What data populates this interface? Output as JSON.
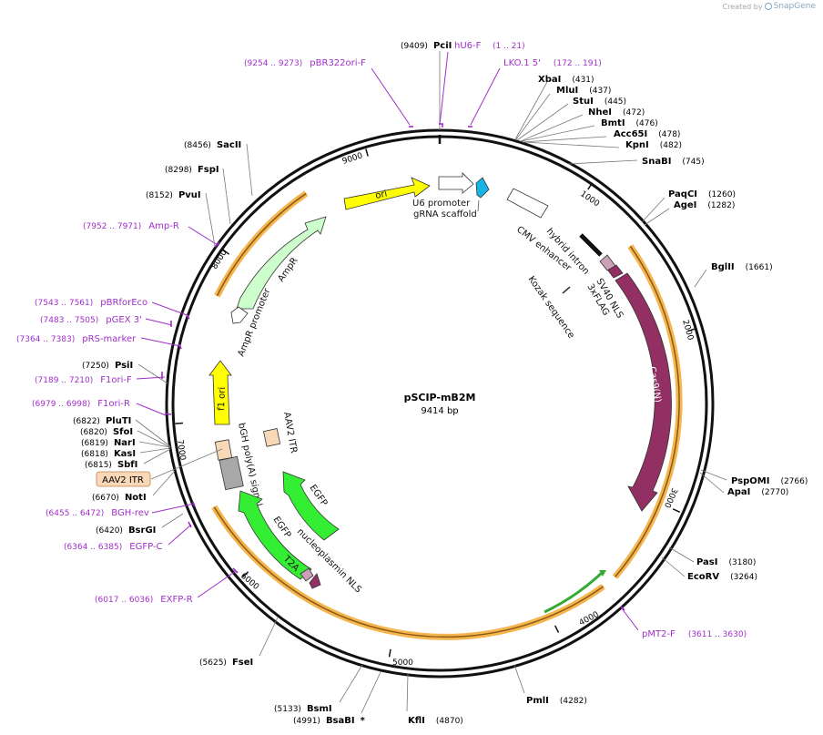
{
  "watermark": {
    "prefix": "Created by",
    "brand": "SnapGene"
  },
  "plasmid": {
    "name": "pSCIP-mB2M",
    "length_label": "9414 bp",
    "length": 9414
  },
  "colors": {
    "ring": "#111111",
    "primer": "#a02fc9",
    "highlight": "#f3a830",
    "ori": "#ffff00",
    "cas9": "#922f63",
    "egfp": "#33ee33",
    "ampr": "#ccffcc",
    "gRNA": "#19b4e6",
    "itr": "#f9d8b8",
    "bgh": "#a8a8a8",
    "nls": "#c9a0b5"
  },
  "ticks": [
    {
      "bp": 1000,
      "label": "1000"
    },
    {
      "bp": 2000,
      "label": "2000"
    },
    {
      "bp": 3000,
      "label": "3000"
    },
    {
      "bp": 4000,
      "label": "4000"
    },
    {
      "bp": 5000,
      "label": "5000"
    },
    {
      "bp": 6000,
      "label": "6000"
    },
    {
      "bp": 7000,
      "label": "7000"
    },
    {
      "bp": 8000,
      "label": "8000"
    },
    {
      "bp": 9000,
      "label": "9000"
    }
  ],
  "enzymes": [
    {
      "name": "PciI",
      "pos": "(9409)"
    },
    {
      "name": "XbaI",
      "pos": "(431)"
    },
    {
      "name": "MluI",
      "pos": "(437)"
    },
    {
      "name": "StuI",
      "pos": "(445)"
    },
    {
      "name": "NheI",
      "pos": "(472)"
    },
    {
      "name": "BmtI",
      "pos": "(476)"
    },
    {
      "name": "Acc65I",
      "pos": "(478)"
    },
    {
      "name": "KpnI",
      "pos": "(482)"
    },
    {
      "name": "SnaBI",
      "pos": "(745)"
    },
    {
      "name": "PaqCI",
      "pos": "(1260)"
    },
    {
      "name": "AgeI",
      "pos": "(1282)"
    },
    {
      "name": "BglII",
      "pos": "(1661)"
    },
    {
      "name": "PspOMI",
      "pos": "(2766)"
    },
    {
      "name": "ApaI",
      "pos": "(2770)"
    },
    {
      "name": "PasI",
      "pos": "(3180)"
    },
    {
      "name": "EcoRV",
      "pos": "(3264)"
    },
    {
      "name": "PmlI",
      "pos": "(4282)"
    },
    {
      "name": "KflI",
      "pos": "(4870)"
    },
    {
      "name": "BsaBI",
      "pos": "(4991)",
      "suffix": "*"
    },
    {
      "name": "BsmI",
      "pos": "(5133)"
    },
    {
      "name": "FseI",
      "pos": "(5625)"
    },
    {
      "name": "BsrGI",
      "pos": "(6420)"
    },
    {
      "name": "NotI",
      "pos": "(6670)"
    },
    {
      "name": "SbfI",
      "pos": "(6815)"
    },
    {
      "name": "KasI",
      "pos": "(6818)"
    },
    {
      "name": "NarI",
      "pos": "(6819)"
    },
    {
      "name": "SfoI",
      "pos": "(6820)"
    },
    {
      "name": "PluTI",
      "pos": "(6822)"
    },
    {
      "name": "PsiI",
      "pos": "(7250)"
    },
    {
      "name": "PvuI",
      "pos": "(8152)"
    },
    {
      "name": "FspI",
      "pos": "(8298)"
    },
    {
      "name": "SacII",
      "pos": "(8456)"
    }
  ],
  "primers": [
    {
      "name": "hU6-F",
      "pos": ""
    },
    {
      "name": "",
      "pos": "(1 .. 21)"
    },
    {
      "name": "LKO.1 5'",
      "pos": "(172 .. 191)"
    },
    {
      "name": "pBR322ori-F",
      "pos": "(9254 .. 9273)"
    },
    {
      "name": "Amp-R",
      "pos": "(7952 .. 7971)"
    },
    {
      "name": "pBRforEco",
      "pos": "(7543 .. 7561)"
    },
    {
      "name": "pGEX 3'",
      "pos": "(7483 .. 7505)"
    },
    {
      "name": "pRS-marker",
      "pos": "(7364 .. 7383)"
    },
    {
      "name": "F1ori-F",
      "pos": "(7189 .. 7210)"
    },
    {
      "name": "F1ori-R",
      "pos": "(6979 .. 6998)"
    },
    {
      "name": "BGH-rev",
      "pos": "(6455 .. 6472)"
    },
    {
      "name": "EGFP-C",
      "pos": "(6364 .. 6385)"
    },
    {
      "name": "EXFP-R",
      "pos": "(6017 .. 6036)"
    },
    {
      "name": "pMT2-F",
      "pos": "(3611 .. 3630)"
    }
  ],
  "features": [
    {
      "name": "ori"
    },
    {
      "name": "U6 promoter"
    },
    {
      "name": "gRNA scaffold"
    },
    {
      "name": "CMV enhancer"
    },
    {
      "name": "hybrid intron"
    },
    {
      "name": "Kozak sequence"
    },
    {
      "name": "SV40 NLS"
    },
    {
      "name": "3xFLAG"
    },
    {
      "name": "Cas9(N)"
    },
    {
      "name": "AmpR"
    },
    {
      "name": "AmpR promoter"
    },
    {
      "name": "f1 ori"
    },
    {
      "name": "AAV2 ITR"
    },
    {
      "name": "bGH poly(A) signal"
    },
    {
      "name": "EGFP"
    },
    {
      "name": "EGFP"
    },
    {
      "name": "nucleoplasmin NLS"
    },
    {
      "name": "T2A"
    }
  ],
  "boxed_label": "AAV2 ITR"
}
